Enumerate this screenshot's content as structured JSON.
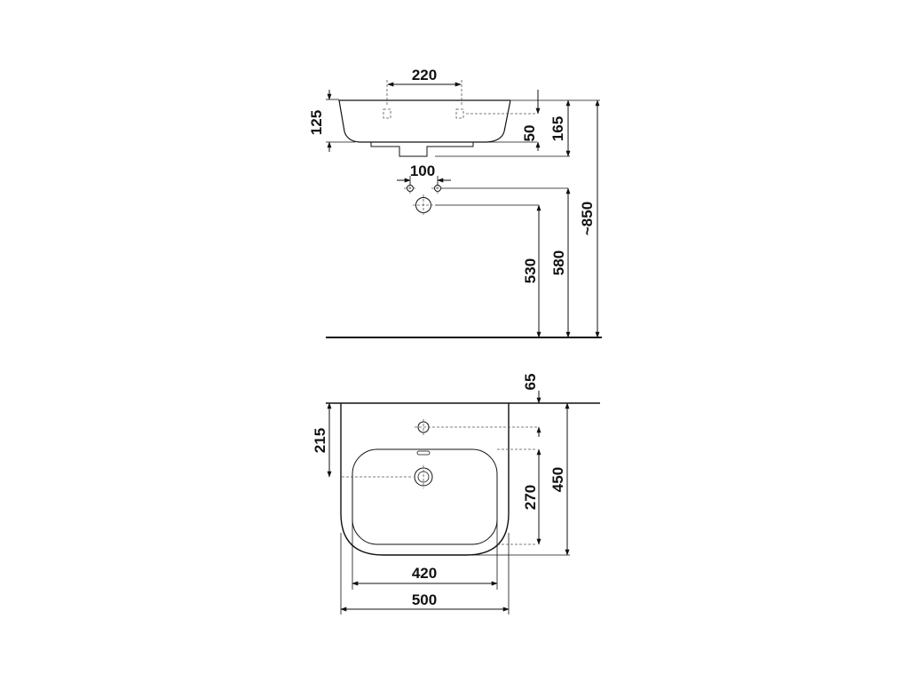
{
  "diagram": {
    "front_view": {
      "hole_spacing": "220",
      "basin_height": "125",
      "overflow_height": "50",
      "total_height": "165",
      "waste_spacing": "100",
      "waste_height": "530",
      "supply_height": "580",
      "mount_height": "~850"
    },
    "top_view": {
      "tap_hole_offset": "65",
      "drain_offset": "215",
      "bowl_depth": "270",
      "overall_depth": "450",
      "bowl_width": "420",
      "overall_width": "500"
    }
  }
}
